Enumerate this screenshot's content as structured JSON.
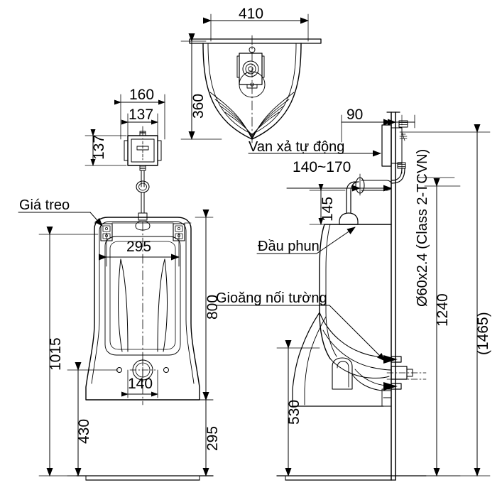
{
  "drawing": {
    "title": "Urinal installation drawing",
    "units": "mm",
    "line_color": "#000000",
    "background_color": "#ffffff",
    "views": [
      {
        "name": "plan-view",
        "label": "Top plan view of urinal"
      },
      {
        "name": "front-view",
        "label": "Front elevation of urinal"
      },
      {
        "name": "side-view",
        "label": "Side elevation of urinal with wall"
      }
    ]
  },
  "dimensions": {
    "plan_width": "410",
    "plan_depth": "360",
    "valve_outer_width": "160",
    "valve_inner_width": "137",
    "valve_height": "137",
    "bowl_width": "295",
    "mount_hole_spacing": "140",
    "bowl_height": "800",
    "rim_to_floor": "1015",
    "lower_body_height": "430",
    "base_height": "295",
    "wall_offset": "90",
    "spray_projection": "140~170",
    "spray_drop": "145",
    "drain_height": "530",
    "pipe_height": "1240",
    "overall_height": "(1465)"
  },
  "callouts": {
    "auto_flush_valve": "Van xả tự động",
    "hanging_bracket": "Giá treo",
    "spray_head": "Đầu phun",
    "wall_gasket": "Gioăng nối tường",
    "pipe_spec": "Ø60x2.4 (Class 2-TCVN)"
  }
}
